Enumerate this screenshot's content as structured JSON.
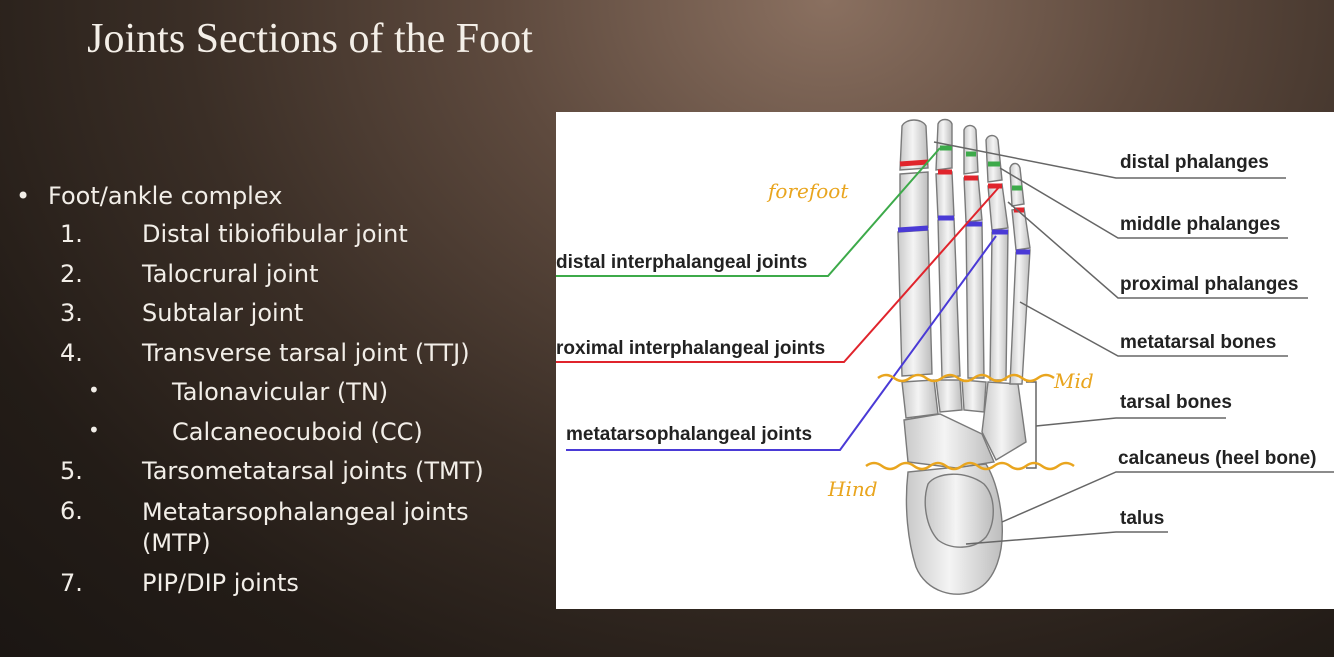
{
  "slide": {
    "title": "Joints Sections of  the Foot"
  },
  "content": {
    "main_bullet": "Foot/ankle complex",
    "bullet_symbol": "•",
    "items": [
      {
        "num": "1.",
        "text": "Distal tibiofibular joint"
      },
      {
        "num": "2.",
        "text": "Talocrural joint"
      },
      {
        "num": "3.",
        "text": "Subtalar joint"
      },
      {
        "num": "4.",
        "text": "Transverse tarsal joint (TTJ)"
      },
      {
        "num": "5.",
        "text": "Tarsometatarsal joints (TMT)"
      },
      {
        "num": "6.",
        "text": "Metatarsophalangeal joints (MTP)"
      },
      {
        "num": "7.",
        "text": "PIP/DIP joints"
      }
    ],
    "subitems": [
      {
        "text": "Talonavicular (TN)"
      },
      {
        "text": "Calcaneocuboid (CC)"
      }
    ]
  },
  "figure": {
    "labels_right": {
      "distal_phalanges": "distal phalanges",
      "middle_phalanges": "middle phalanges",
      "proximal_phalanges": "proximal phalanges",
      "metatarsal_bones": "metatarsal bones",
      "tarsal_bones": "tarsal bones",
      "calcaneus": "calcaneus (heel bone)",
      "talus": "talus"
    },
    "labels_left": {
      "dip": "distal interphalangeal joints",
      "pip": "roximal interphalangeal joints",
      "mtp": "metatarsophalangeal joints"
    },
    "annotations": {
      "forefoot": "forefoot",
      "mid": "Mid",
      "hind": "Hind"
    },
    "colors": {
      "dip": "#3daa4a",
      "pip": "#e0242c",
      "mtp": "#4a3ad6",
      "annotation": "#e9a51e"
    }
  }
}
